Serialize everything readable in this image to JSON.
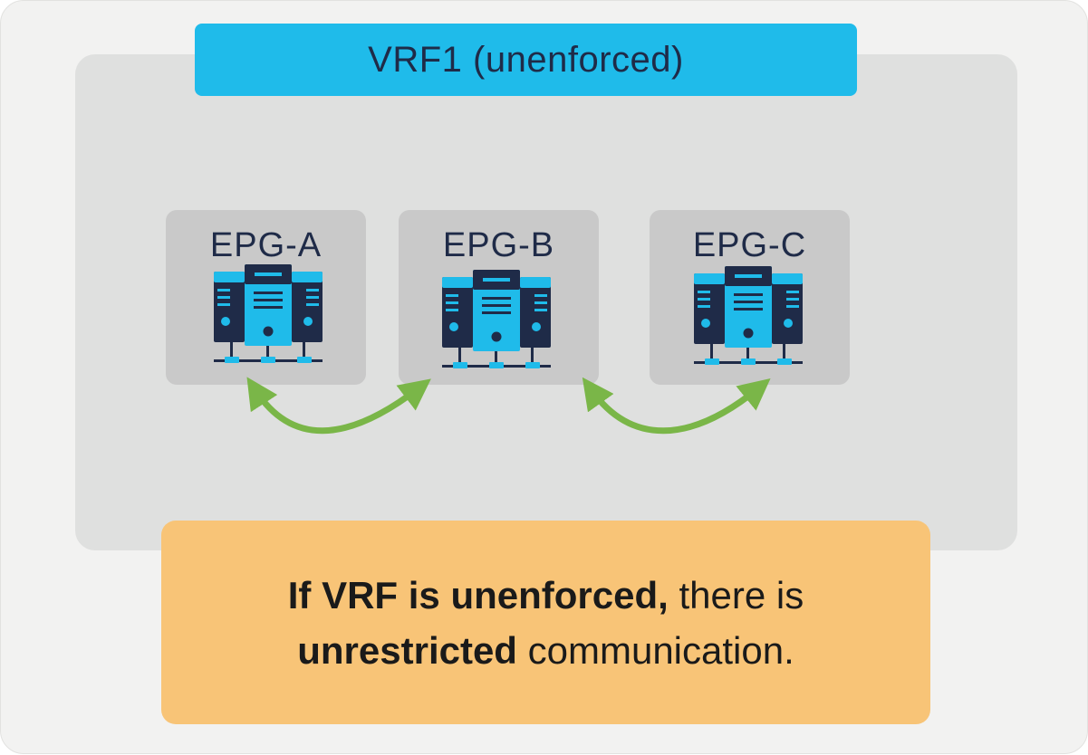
{
  "vrf": {
    "title": "VRF1 (unenforced)"
  },
  "epgs": [
    {
      "label": "EPG-A",
      "icon": "server-cluster-icon"
    },
    {
      "label": "EPG-B",
      "icon": "server-cluster-icon"
    },
    {
      "label": "EPG-C",
      "icon": "server-cluster-icon"
    }
  ],
  "connections": [
    {
      "from": "EPG-A",
      "to": "EPG-B",
      "style": "bidirectional"
    },
    {
      "from": "EPG-B",
      "to": "EPG-C",
      "style": "bidirectional"
    }
  ],
  "note": {
    "line1_bold": "If VRF is unenforced,",
    "line1_rest": " there is",
    "line2_bold": "unrestricted",
    "line2_rest": " communication."
  },
  "colors": {
    "background": "#f2f2f1",
    "vrf_box": "#dfe0df",
    "vrf_title": "#1fbbea",
    "epg_box": "#c9c9c9",
    "server_dark": "#1f2b48",
    "server_light": "#1fbbea",
    "arrow": "#7ab648",
    "note": "#f8c477"
  }
}
